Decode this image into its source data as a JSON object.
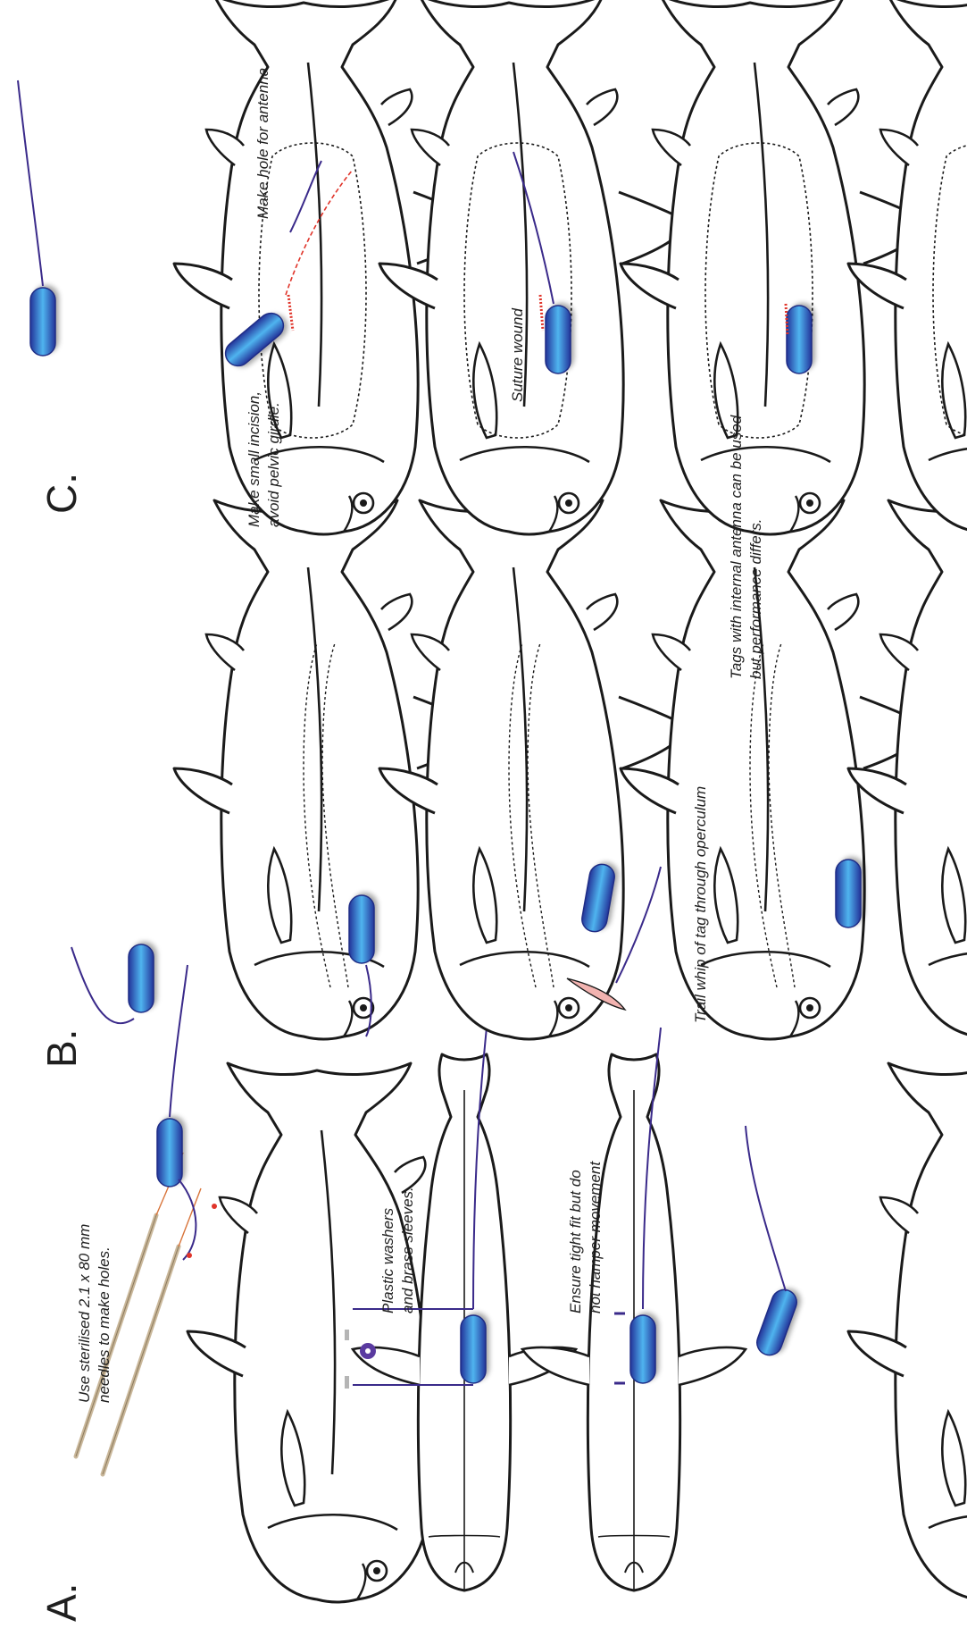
{
  "panels": {
    "a": "A.",
    "b": "B.",
    "c": "C."
  },
  "notes": {
    "a_needles": [
      "Use sterilised 2.1 x 80 mm",
      "needles to make holes."
    ],
    "a_washers": [
      "Plastic washers",
      "and brass sleeves."
    ],
    "a_fit": [
      "Ensure tight fit but do",
      "not hamper movement"
    ],
    "b_trail": [
      "Trail whip of tag through operculum"
    ],
    "c_hole": [
      "Make hole for antenna"
    ],
    "c_incision": [
      "Make small incision,",
      "avoid pelvic girdle."
    ],
    "c_suture": [
      "Suture wound"
    ],
    "c_internal": [
      "Tags with internal antenna can be used",
      "but performance differs."
    ]
  },
  "colors": {
    "outline": "#1a1a1a",
    "tag_light": "#4fb4ef",
    "tag_dark": "#23349a",
    "antenna": "#3a2a8a",
    "incision": "#e0342a",
    "operculum": "#f2b3b0"
  },
  "icons": [
    "fish-outline-icon",
    "transmitter-tag-icon",
    "needle-icon",
    "washer-icon",
    "suture-icon"
  ]
}
